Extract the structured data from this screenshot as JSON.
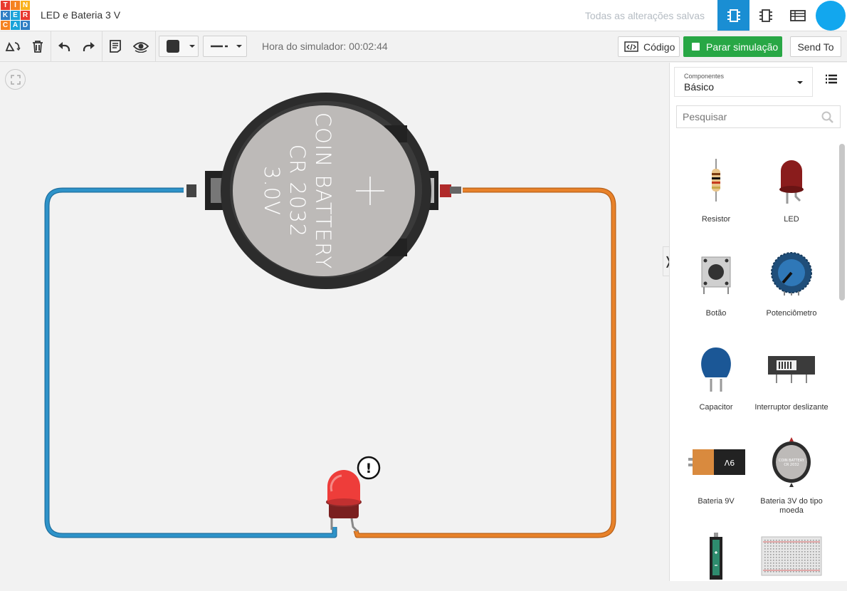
{
  "header": {
    "logo_letters": [
      "T",
      "I",
      "N",
      "K",
      "E",
      "R",
      "C",
      "A",
      "D"
    ],
    "logo_colors": [
      "#e8392f",
      "#f58220",
      "#f9b21d",
      "#2e7ec4",
      "#1ba3d9",
      "#e8392f",
      "#f58220",
      "#1ba3d9",
      "#2e7ec4"
    ],
    "title": "LED e Bateria 3 V",
    "save_status": "Todas as alterações salvas",
    "view_buttons": [
      "circuit-view-icon",
      "schematic-view-icon",
      "component-list-icon"
    ],
    "avatar_color": "#12a7ee"
  },
  "toolbar": {
    "sim_time_label": "Hora do simulador: 00:02:44",
    "code_label": "Código",
    "stop_label": "Parar simulação",
    "send_label": "Send To",
    "fill_color": "#333333",
    "accent": "#28a745"
  },
  "canvas": {
    "battery_label_line1": "COIN BATTERY",
    "battery_label_line2": "CR 2032",
    "battery_label_line3": "3.0V",
    "warning_symbol": "!",
    "wire_colors": {
      "negative": "#2e93c9",
      "positive": "#e8822a"
    }
  },
  "panel": {
    "components_caption": "Componentes",
    "components_value": "Básico",
    "search_placeholder": "Pesquisar",
    "components": [
      {
        "label": "Resistor",
        "icon": "resistor-icon"
      },
      {
        "label": "LED",
        "icon": "led-icon"
      },
      {
        "label": "Botão",
        "icon": "pushbutton-icon"
      },
      {
        "label": "Potenciômetro",
        "icon": "potentiometer-icon"
      },
      {
        "label": "Capacitor",
        "icon": "capacitor-icon"
      },
      {
        "label": "Interruptor deslizante",
        "icon": "slide-switch-icon"
      },
      {
        "label": "Bateria 9V",
        "icon": "battery-9v-icon"
      },
      {
        "label": "Bateria 3V do tipo moeda",
        "icon": "coin-battery-icon"
      },
      {
        "label": "",
        "icon": "aa-battery-icon"
      },
      {
        "label": "",
        "icon": "breadboard-icon"
      }
    ]
  }
}
